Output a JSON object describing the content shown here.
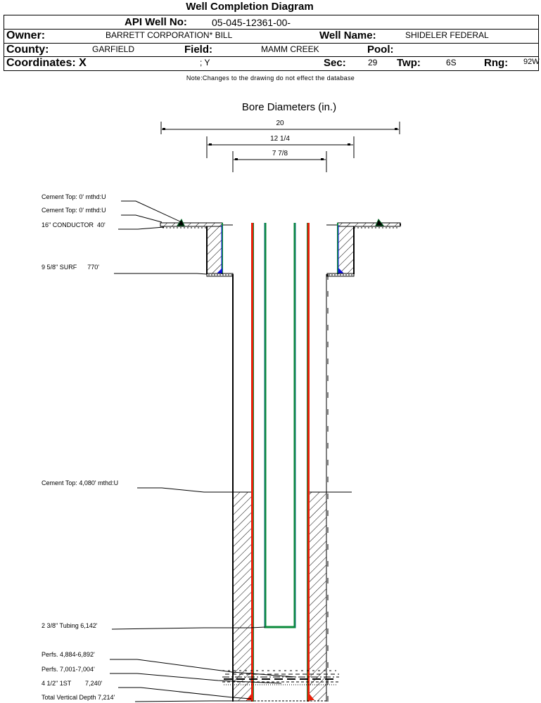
{
  "header": {
    "title": "Well Completion Diagram",
    "api_label": "API Well No:",
    "api_value": "05-045-12361-00-",
    "owner_label": "Owner:",
    "owner_value": "BARRETT CORPORATION* BILL",
    "well_name_label": "Well Name:",
    "well_name_value": "SHIDELER FEDERAL",
    "county_label": "County:",
    "county_value": "GARFIELD",
    "field_label": "Field:",
    "field_value": "MAMM CREEK",
    "pool_label": "Pool:",
    "pool_value": "",
    "coords_label": "Coordinates: X",
    "coords_y": "; Y",
    "sec_label": "Sec:",
    "sec_value": "29",
    "twp_label": "Twp:",
    "twp_value": "6S",
    "rng_label": "Rng:",
    "rng_value": "92W"
  },
  "note": "Note:Changes to the drawing do not effect the database",
  "bore_diameters": {
    "title": "Bore Diameters (in.)",
    "values": [
      "20",
      "12 1/4",
      "7 7/8"
    ]
  },
  "annotations": [
    "Cement Top: 0' mthd:U",
    "Cement Top: 0' mthd:U",
    "16\" CONDUCTOR  40'",
    "9 5/8\" SURF      770'",
    "Cement Top: 4,080' mthd:U",
    "2 3/8\" Tubing 6,142'",
    "Perfs. 4,884-6,892'",
    "Perfs. 7,001-7,004'",
    "4 1/2\" 1ST        7,240'",
    "Total Vertical Depth 7,214'"
  ],
  "colors": {
    "production_casing": "#e8200a",
    "tubing": "#0a8a3a",
    "casing_edge": "#0a8a3a",
    "surface_shoe": "#1010e0",
    "conductor_marker": "#0a6a2a"
  }
}
